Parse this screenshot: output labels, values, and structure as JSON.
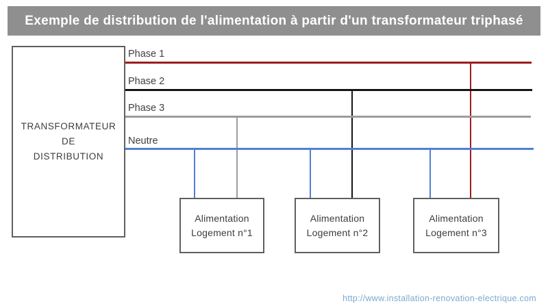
{
  "title": "Exemple de distribution de l'alimentation à partir d'un transformateur triphasé",
  "colors": {
    "banner_bg": "#8f8f8f",
    "banner_text": "#ffffff",
    "phase1": "#9b1c1e",
    "phase2": "#141414",
    "phase3": "#9c9c9c",
    "neutre": "#4e7fd4",
    "box_border": "#5f5f5f",
    "diagram_text": "#3c3c3c",
    "url_text": "#7da9cf"
  },
  "transformer": {
    "label": "TRANSFORMATEUR\nDE\nDISTRIBUTION"
  },
  "bus": {
    "lines": [
      {
        "name": "phase-1",
        "label": "Phase 1"
      },
      {
        "name": "phase-2",
        "label": "Phase 2"
      },
      {
        "name": "phase-3",
        "label": "Phase 3"
      },
      {
        "name": "neutre",
        "label": "Neutre"
      }
    ]
  },
  "houses": [
    {
      "label": "Alimentation\nLogement n°1",
      "connections": [
        "neutre",
        "phase-3"
      ]
    },
    {
      "label": "Alimentation\nLogement n°2",
      "connections": [
        "neutre",
        "phase-2"
      ]
    },
    {
      "label": "Alimentation\nLogement n°3",
      "connections": [
        "neutre",
        "phase-1"
      ]
    }
  ],
  "footer": {
    "url": "http://www.installation-renovation-electrique.com"
  }
}
